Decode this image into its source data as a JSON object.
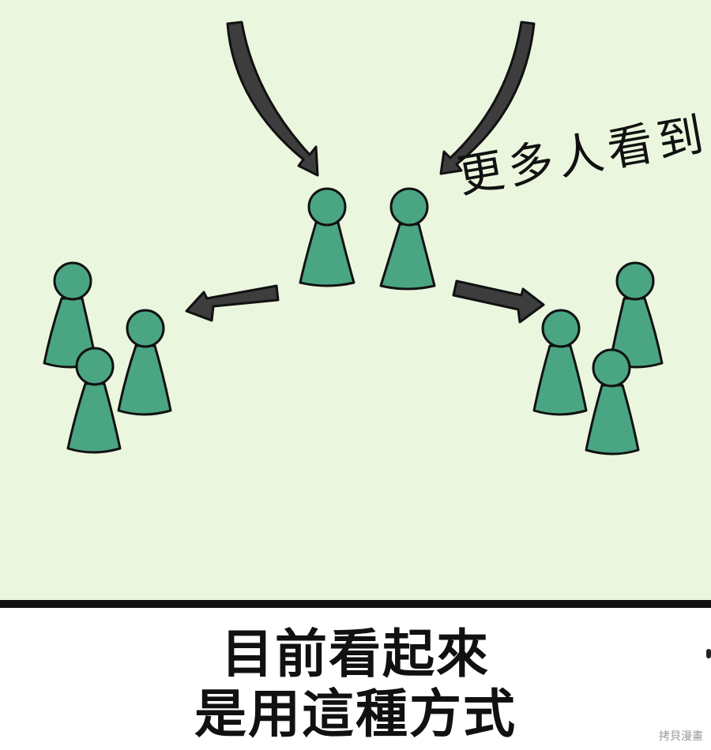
{
  "panel": {
    "handwritten_text": "更多人看到",
    "background_color": "#ebf6de",
    "figure_color": "#4aa583",
    "arrow_color": "#3d3d3d"
  },
  "caption": {
    "line1": "目前看起來",
    "line2": "是用這種方式"
  },
  "watermark": "拷貝漫畫"
}
